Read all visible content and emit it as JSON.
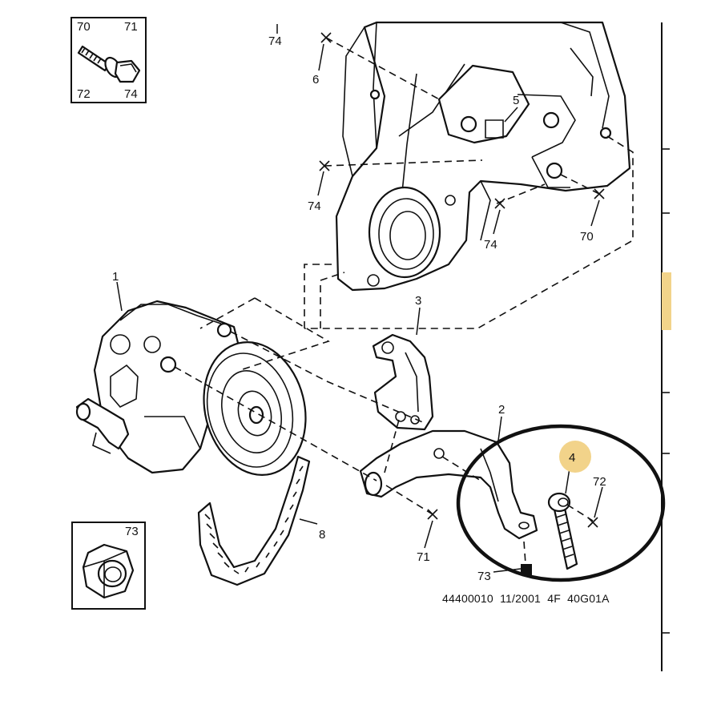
{
  "diagram": {
    "reference_code": "44400010  11/2001  4F  40G01A",
    "highlight_color": "#f2d38a",
    "circle_color": "#111111",
    "inset_bolt": {
      "labels": [
        "70",
        "71",
        "72",
        "74"
      ]
    },
    "inset_nut": {
      "label": "73"
    },
    "callouts": {
      "c1": "1",
      "c2": "2",
      "c3": "3",
      "c4": "4",
      "c5": "5",
      "c6": "6",
      "c8": "8",
      "c70": "70",
      "c71": "71",
      "c72": "72",
      "c73": "73",
      "c74_top": "74",
      "c74_left": "74",
      "c74_mid": "74"
    }
  }
}
